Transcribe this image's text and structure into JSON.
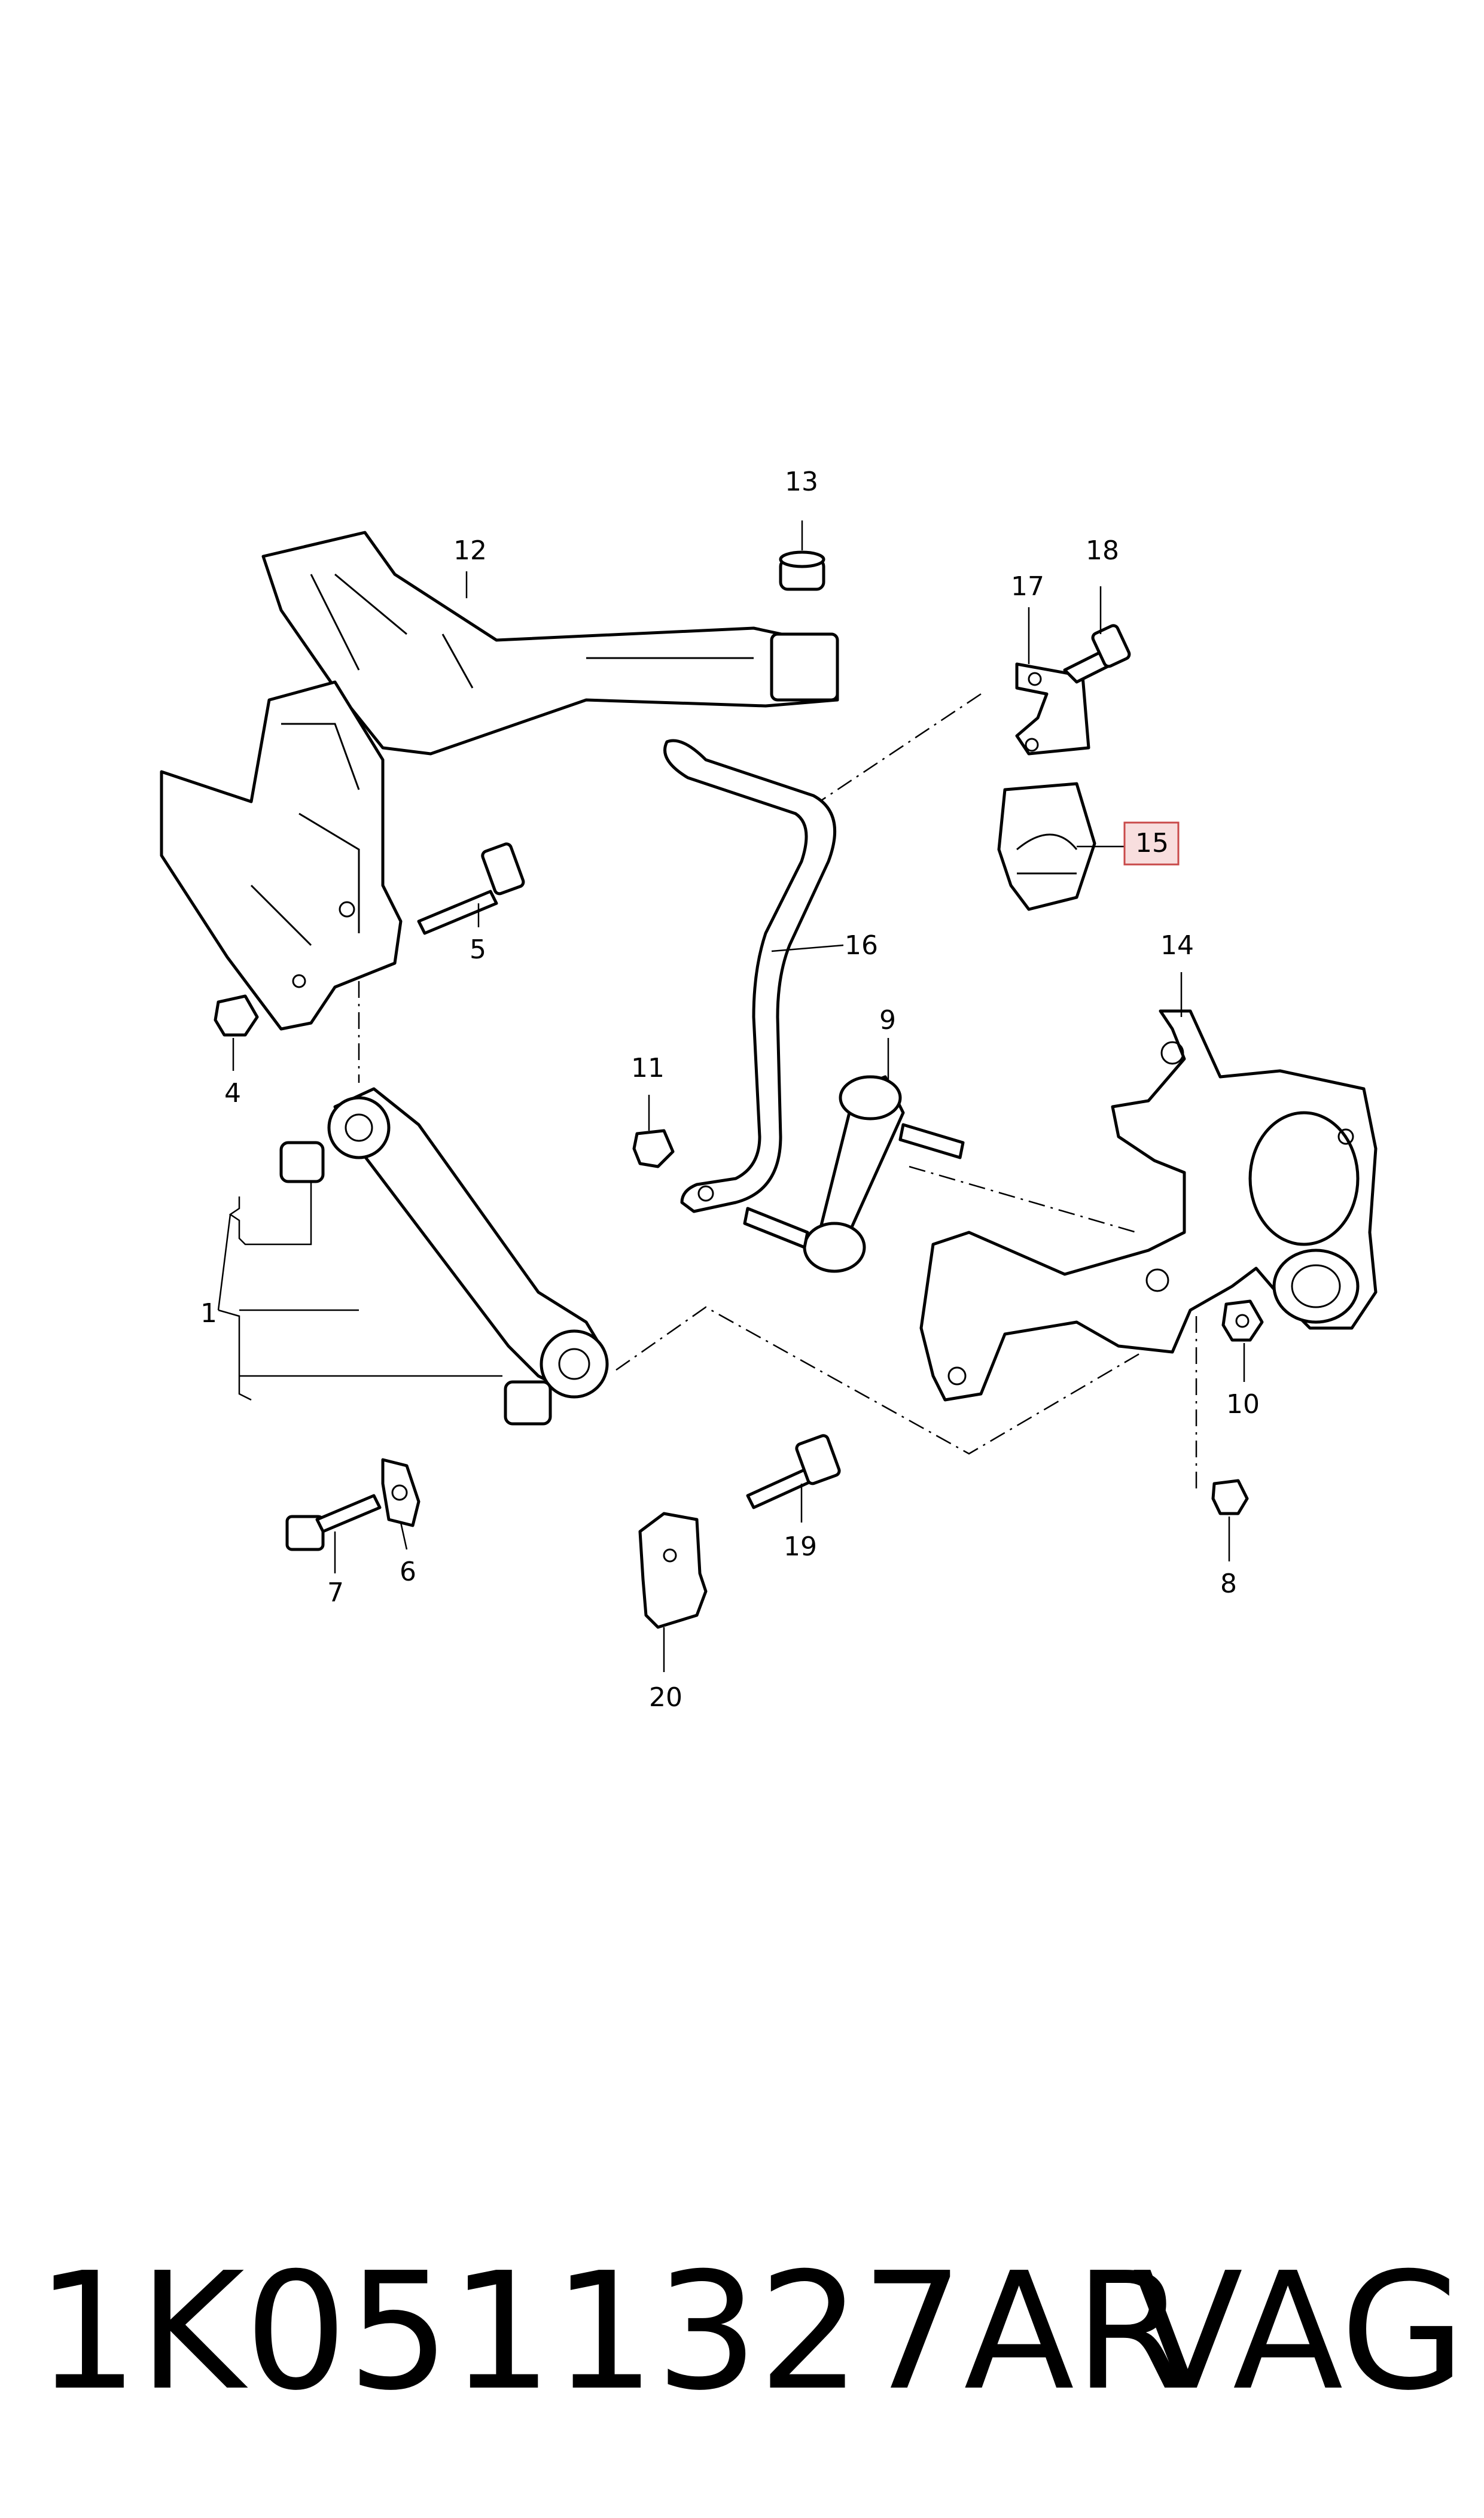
{
  "callouts": {
    "c1": "1",
    "c4": "4",
    "c5": "5",
    "c6": "6",
    "c7": "7",
    "c8": "8",
    "c9": "9",
    "c10": "10",
    "c11": "11",
    "c12": "12",
    "c13": "13",
    "c14": "14",
    "c15": "15",
    "c16": "16",
    "c17": "17",
    "c18": "18",
    "c19": "19",
    "c20": "20"
  },
  "highlight": {
    "part": "15",
    "fill": "#f8dede",
    "stroke": "#c94a4a"
  },
  "footer": {
    "part_number": "1K0511327AR",
    "brand": "VAG"
  }
}
